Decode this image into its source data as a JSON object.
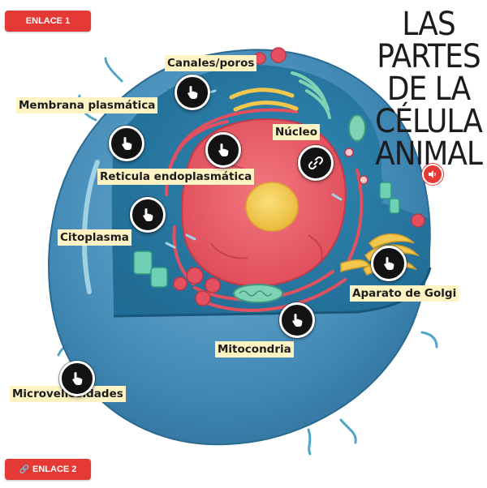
{
  "buttons": {
    "link1": "ENLACE 1",
    "link2": "ENLACE 2"
  },
  "title": {
    "lines": [
      "LAS",
      "PARTES",
      "DE LA",
      "CÉLULA",
      "ANIMAL"
    ]
  },
  "labels": {
    "canales": "Canales/poros",
    "membrana": "Membrana plasmática",
    "nucleo": "Núcleo",
    "reticula": "Reticula endoplasmática",
    "citoplasma": "Citoplasma",
    "golgi": "Aparato de Golgi",
    "mitocondria": "Mitocondria",
    "microvellosidades": "Microvellosidades"
  },
  "icons": {
    "hotspot": "hand-pointer-icon",
    "nucleo_hotspot": "link-icon",
    "audio": "speaker-icon",
    "link2": "chain-link-icon"
  },
  "colors": {
    "button_red": "#e53935",
    "label_bg": "#fff3c4",
    "cell_outer": "#4a8fb8",
    "cytoplasm": "#2f7ea6",
    "nucleus": "#ea5a66",
    "nucleolus": "#f3cf57",
    "hotspot": "#121212"
  }
}
